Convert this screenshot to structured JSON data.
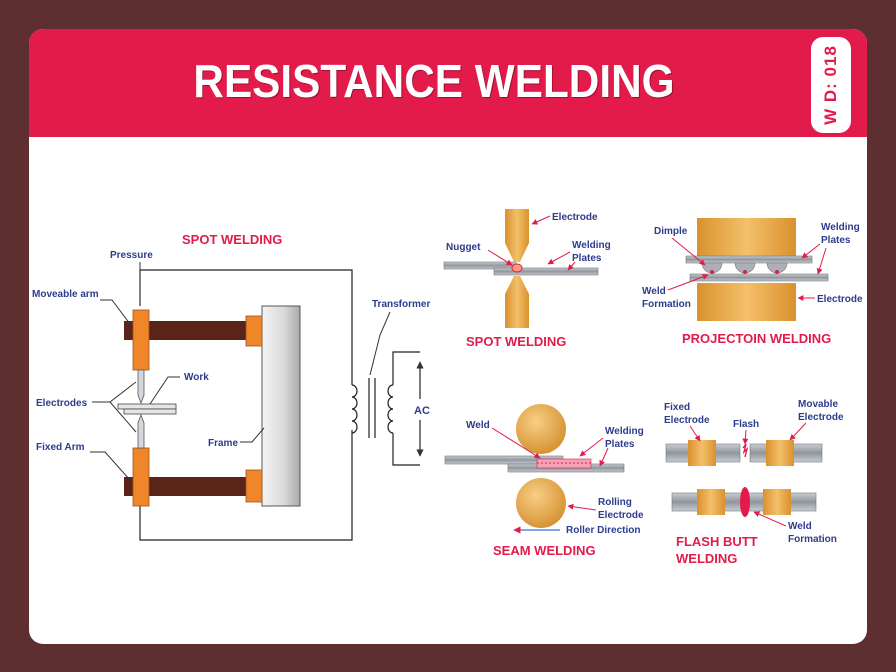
{
  "header": {
    "title": "RESISTANCE WELDING",
    "code": "W D: 018"
  },
  "spot_main": {
    "title": "SPOT WELDING",
    "pressure": "Pressure",
    "moveable_arm": "Moveable arm",
    "work": "Work",
    "electrodes": "Electrodes",
    "fixed_arm": "Fixed Arm",
    "frame": "Frame",
    "transformer": "Transformer",
    "ac": "AC"
  },
  "spot_small": {
    "electrode": "Electrode",
    "nugget": "Nugget",
    "welding": "Welding",
    "plates": "Plates",
    "title": "SPOT WELDING"
  },
  "projection": {
    "dimple": "Dimple",
    "welding": "Welding",
    "plates": "Plates",
    "weld": "Weld",
    "formation": "Formation",
    "electrode": "Electrode",
    "title": "PROJECTOIN WELDING"
  },
  "seam": {
    "weld": "Weld",
    "welding": "Welding",
    "plates": "Plates",
    "rolling": "Rolling",
    "electrode": "Electrode",
    "roller_direction": "Roller Direction",
    "title": "SEAM WELDING"
  },
  "flash_butt": {
    "fixed": "Fixed",
    "electrode": "Electrode",
    "flash": "Flash",
    "movable": "Movable",
    "electrode2": "Electrode",
    "weld": "Weld",
    "formation": "Formation",
    "title1": "FLASH BUTT",
    "title2": "WELDING"
  },
  "colors": {
    "header": "#e31b4b",
    "border": "#5e2f30",
    "label": "#2d3c8c",
    "title_red": "#e31b4b",
    "arm": "#5a2419",
    "pad": "#f0862a",
    "plate": "#9aa0a6",
    "electrode": "#e7a446"
  }
}
